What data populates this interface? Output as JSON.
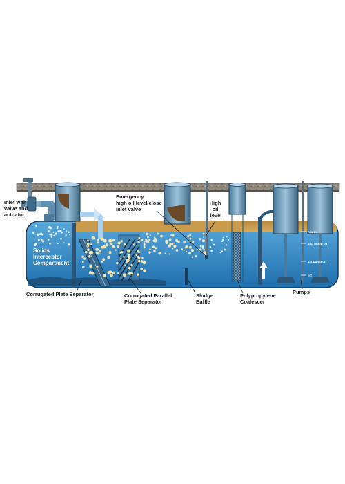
{
  "labels": {
    "inlet": [
      "Inlet with",
      "valve and",
      "actuator"
    ],
    "solids": [
      "Solids",
      "Interceptor",
      "Compartment"
    ],
    "emergency": [
      "Emergency",
      "high oil level/close",
      "inlet valve"
    ],
    "high_oil": [
      "High",
      "oil",
      "level"
    ],
    "corrugated_plate": "Corrugated Plate Separator",
    "parallel_plate": [
      "Corrugated Parallel",
      "Plate Separator"
    ],
    "sludge": [
      "Sludge",
      "Baffle"
    ],
    "coalescer": [
      "Polypropylene",
      "Coalescer"
    ],
    "pumps": "Pumps",
    "pump_levels": [
      "Alarm",
      "2nd pump on",
      "1st pump on",
      "off"
    ]
  },
  "colors": {
    "water": "#2f86c6",
    "water_light": "#7fc3ea",
    "oil": "#c89a4a",
    "concrete": "#8c8478",
    "pipe": "#5f8fb0",
    "outline": "#1d3a56"
  }
}
